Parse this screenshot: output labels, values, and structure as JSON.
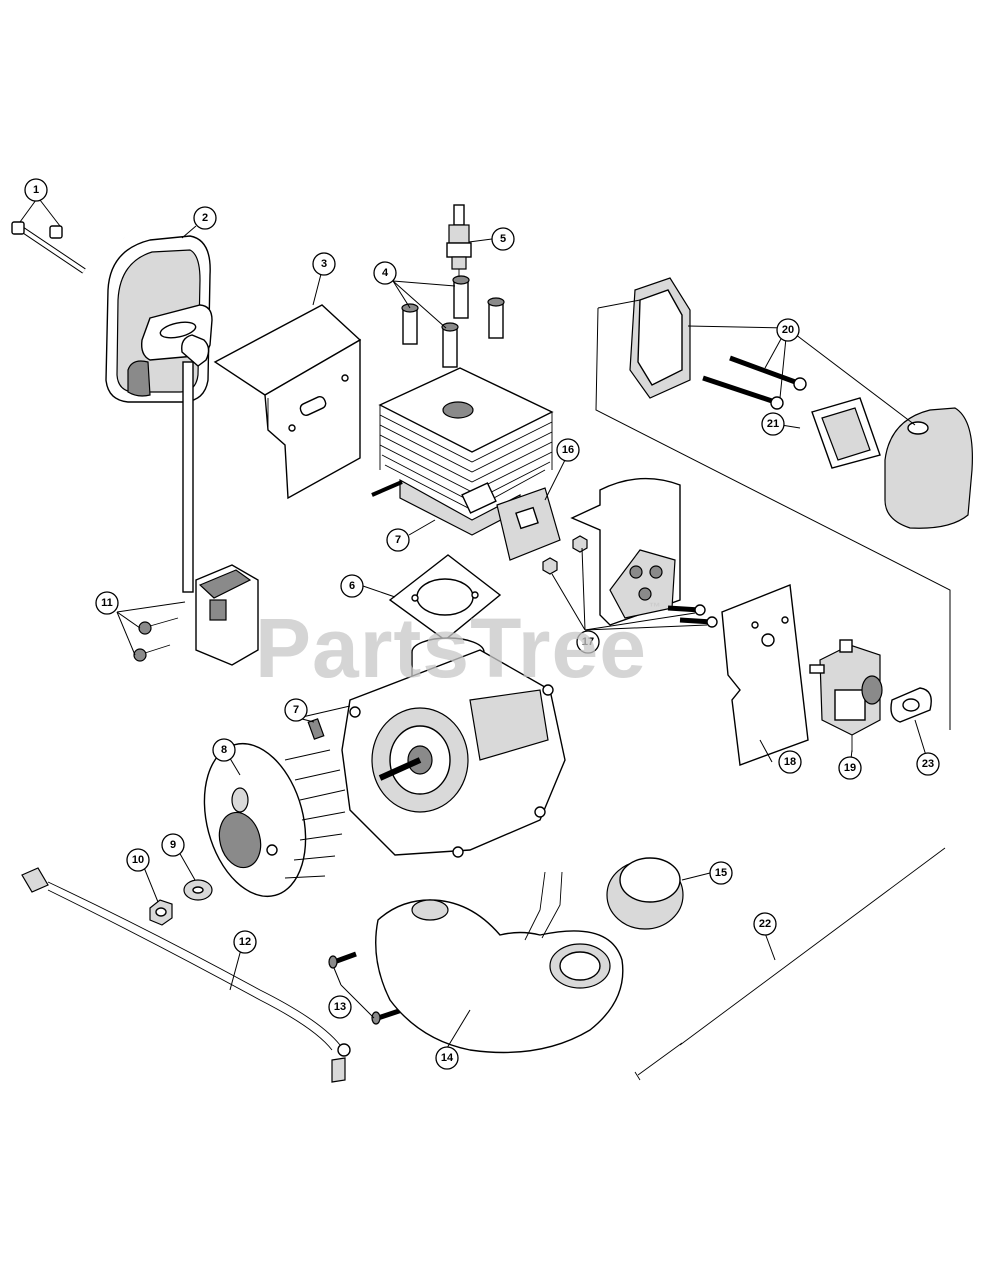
{
  "watermark": {
    "text": "PartsTree",
    "trademark": "™"
  },
  "callouts": [
    {
      "id": "c1",
      "label": "1"
    },
    {
      "id": "c2",
      "label": "2"
    },
    {
      "id": "c3",
      "label": "3"
    },
    {
      "id": "c4",
      "label": "4"
    },
    {
      "id": "c5",
      "label": "5"
    },
    {
      "id": "c6",
      "label": "6"
    },
    {
      "id": "c7a",
      "label": "7"
    },
    {
      "id": "c7b",
      "label": "7"
    },
    {
      "id": "c8",
      "label": "8"
    },
    {
      "id": "c9",
      "label": "9"
    },
    {
      "id": "c10",
      "label": "10"
    },
    {
      "id": "c11",
      "label": "11"
    },
    {
      "id": "c12",
      "label": "12"
    },
    {
      "id": "c13",
      "label": "13"
    },
    {
      "id": "c14",
      "label": "14"
    },
    {
      "id": "c15",
      "label": "15"
    },
    {
      "id": "c16",
      "label": "16"
    },
    {
      "id": "c17",
      "label": "17"
    },
    {
      "id": "c18",
      "label": "18"
    },
    {
      "id": "c19",
      "label": "19"
    },
    {
      "id": "c20",
      "label": "20"
    },
    {
      "id": "c21",
      "label": "21"
    },
    {
      "id": "c22",
      "label": "22"
    },
    {
      "id": "c23",
      "label": "23"
    }
  ]
}
